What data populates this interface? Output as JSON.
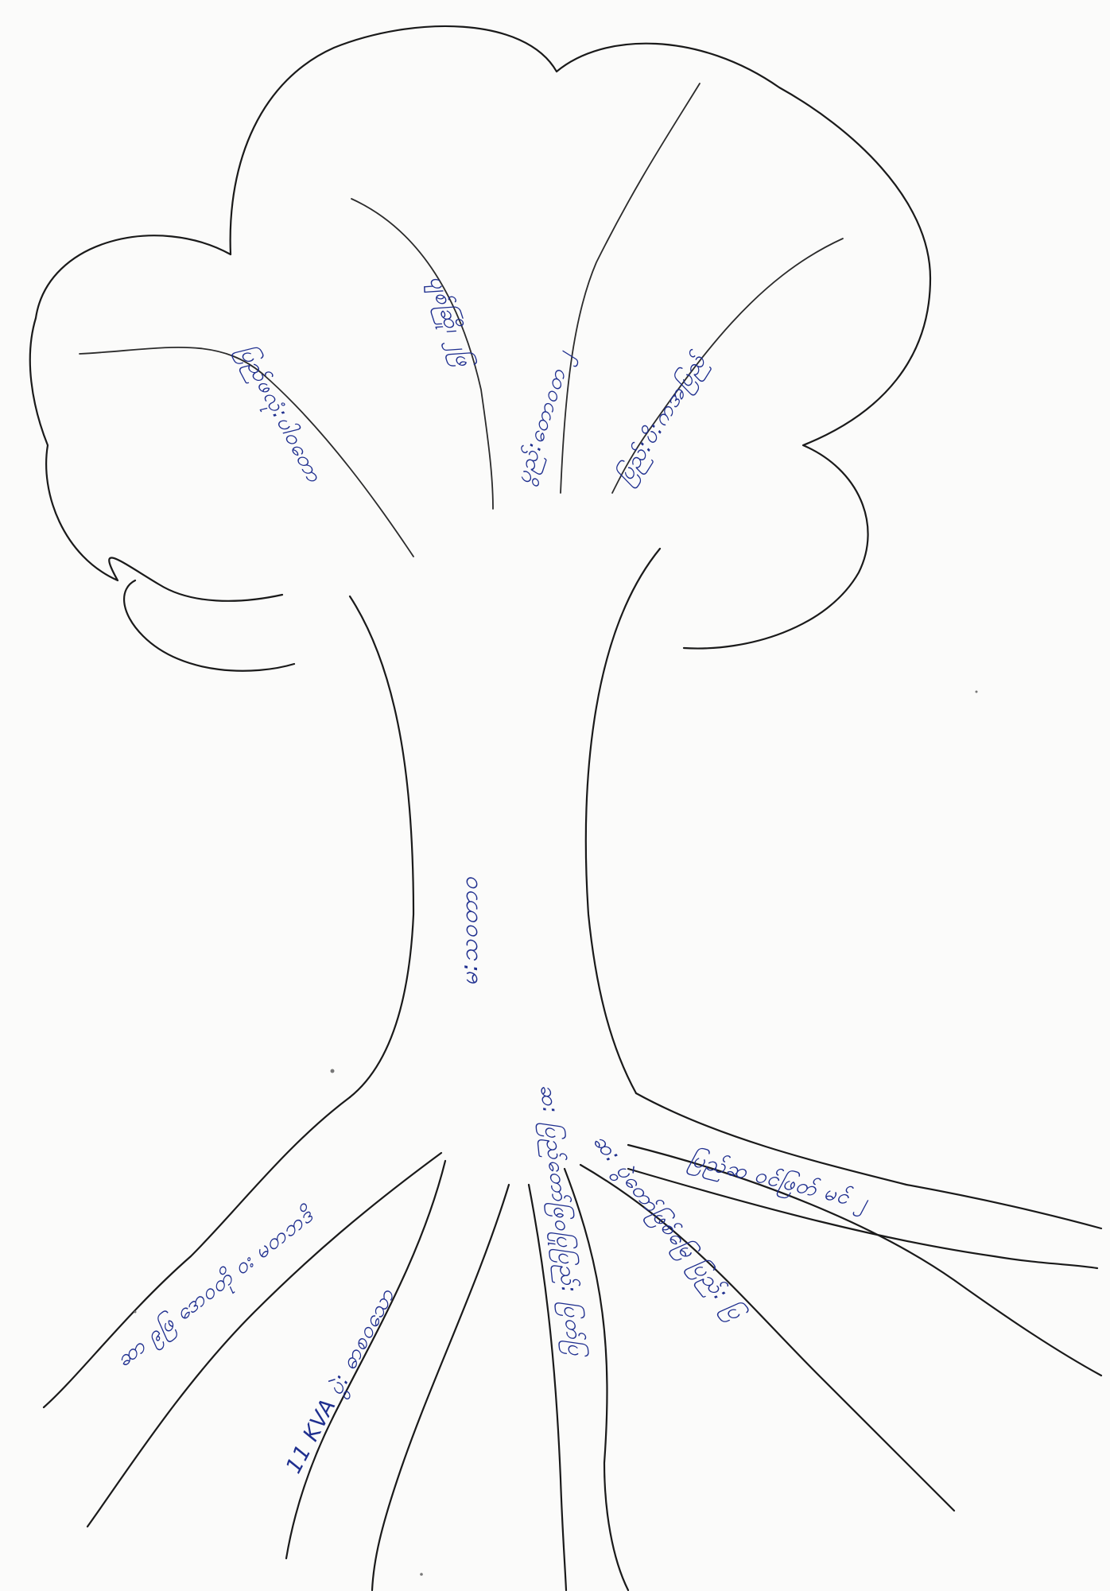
{
  "diagram": {
    "type": "problem-tree",
    "colors": {
      "outline": "#1a1a1a",
      "handwriting": "#1f2f8f",
      "paper": "#fbfbfa"
    },
    "trunk_label": "မ:သ၀တာ၀",
    "branch_labels": [
      "ပြည်ဖလုံ:ပါ၀တော",
      "ပျစ်ဆြို၊ ၂ဖြ",
      "ပွည်:တော၀တ ၂",
      "ပြည်:ပိ:ကအပြည်"
    ],
    "root_labels": [
      "ဆာ ၉ဖြ ဒော၀တို ၀း မတဘဒိ",
      "11 KVA ပွဲ: ဓာစ၀သော",
      "ဆ: ပြည်တော်ဖြ၀ပြုပြည်: ပြတ်ပြ",
      "ဆ: ပွဲတော်ဖြစ်မြေ ပြည်: ပြ",
      "ပြည်ဆ ဝင်ဖြတ် မင် ၂"
    ]
  }
}
